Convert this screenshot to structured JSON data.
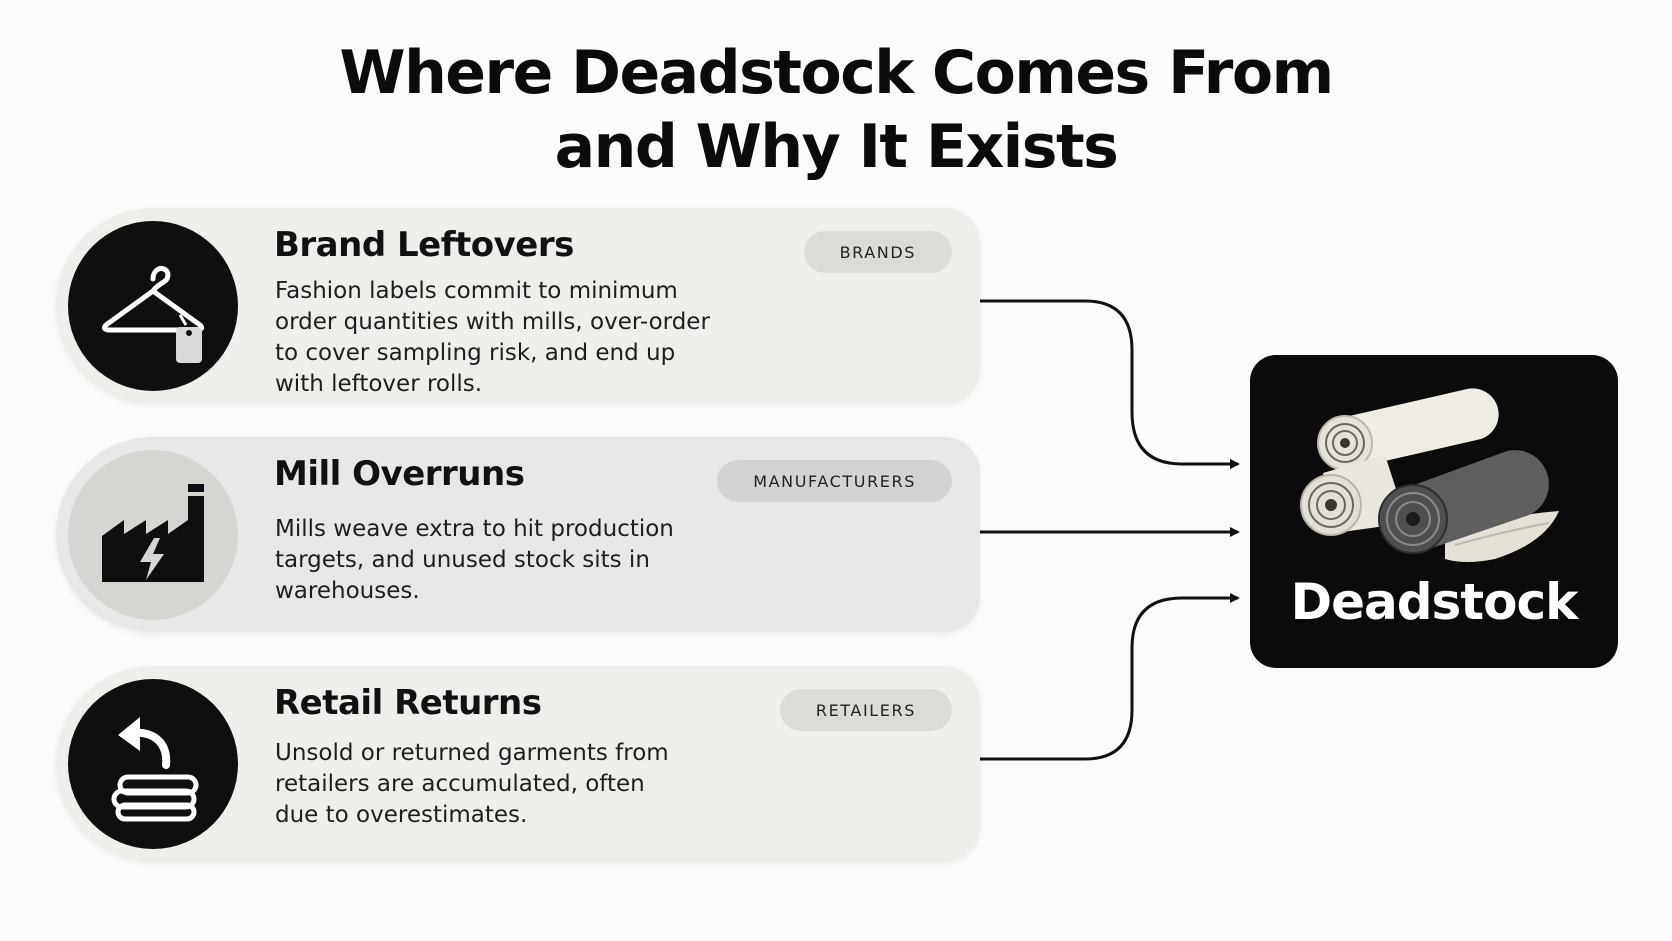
{
  "title": {
    "line1": "Where Deadstock Comes From",
    "line2": "and Why It Exists"
  },
  "sources": [
    {
      "title": "Brand Leftovers",
      "tag": "BRANDS",
      "description": "Fashion labels commit to minimum order quantities with mills, over-order to cover sampling risk, and end up with leftover rolls.",
      "icon": "hanger-with-tag-icon"
    },
    {
      "title": "Mill Overruns",
      "tag": "MANUFACTURERS",
      "description": "Mills weave extra to hit production targets, and unused stock sits in warehouses.",
      "icon": "factory-icon"
    },
    {
      "title": "Retail Returns",
      "tag": "RETAILERS",
      "description": "Unsold or returned garments from retailers are accumulated, often due to overestimates.",
      "icon": "return-folded-garments-icon"
    }
  ],
  "target": {
    "label": "Deadstock",
    "icon": "fabric-rolls-icon"
  },
  "colors": {
    "background": "#fbfbfa",
    "card": "#efeeeb",
    "card_highlight": "#e7e7e7",
    "pill": "#dcdbd8",
    "dark": "#0b0b0b",
    "text": "#111111"
  }
}
